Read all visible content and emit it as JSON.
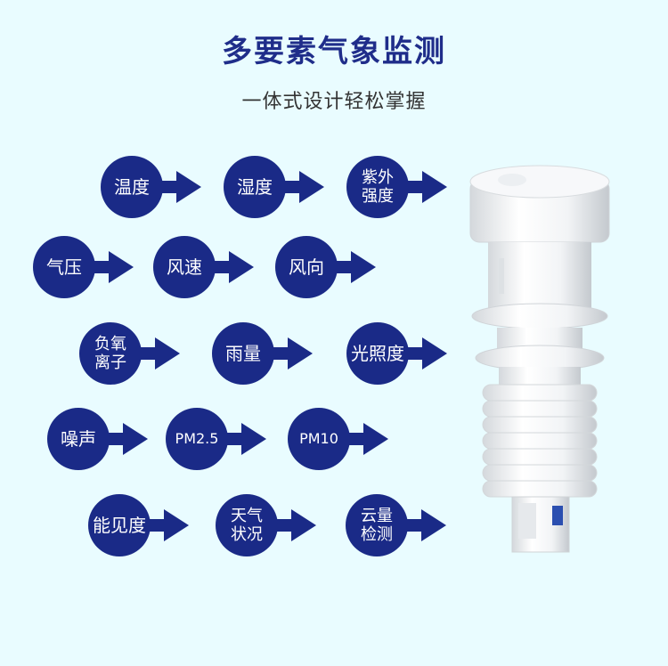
{
  "title": "多要素气象监测",
  "subtitle": "一体式设计轻松掌握",
  "accent": "#1a2a87",
  "items": [
    {
      "label": "温度"
    },
    {
      "label": "湿度"
    },
    {
      "label": "紫外\n强度"
    },
    {
      "label": "气压"
    },
    {
      "label": "风速"
    },
    {
      "label": "风向"
    },
    {
      "label": "负氧\n离子"
    },
    {
      "label": "雨量"
    },
    {
      "label": "光照度"
    },
    {
      "label": "噪声"
    },
    {
      "label": "PM2.5"
    },
    {
      "label": "PM10"
    },
    {
      "label": "能见度"
    },
    {
      "label": "天气\n状况"
    },
    {
      "label": "云量\n检测"
    }
  ]
}
